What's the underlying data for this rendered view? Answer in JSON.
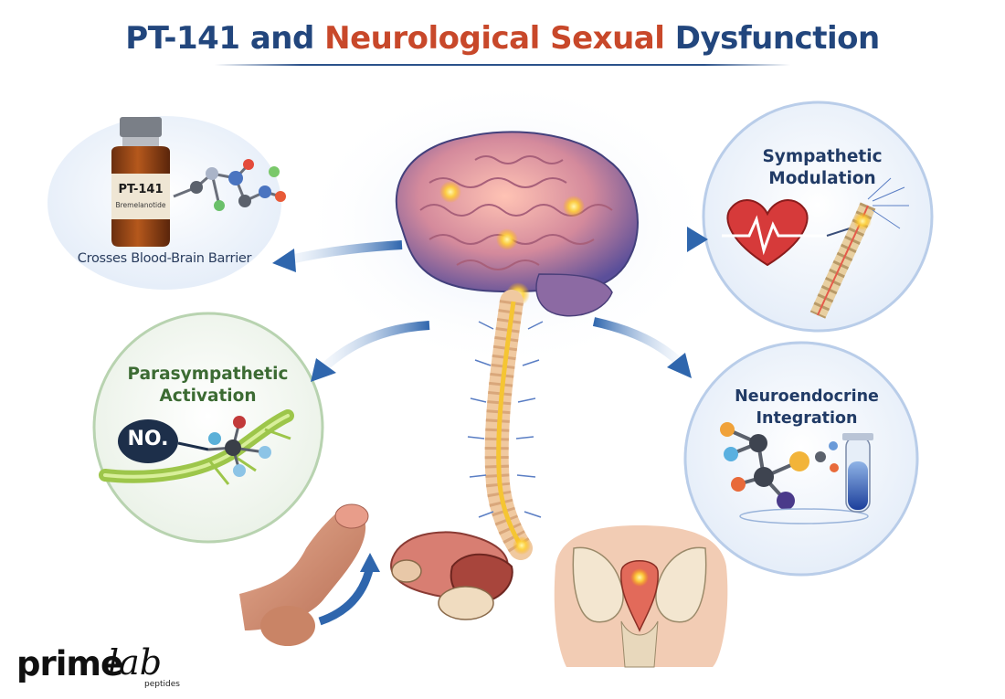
{
  "title": {
    "part1": "PT-141 and ",
    "part2": "Neurological Sexual",
    "part3": " Dysfunction"
  },
  "vial": {
    "name": "PT-141",
    "subtitle": "Bremelanotide"
  },
  "panels": {
    "bbb": {
      "label": "Crosses Blood-Brain Barrier"
    },
    "sympathetic": {
      "line1": "Sympathetic",
      "line2": "Modulation"
    },
    "parasympathetic": {
      "line1": "Parasympathetic",
      "line2": "Activation",
      "molecule": "NO."
    },
    "neuroendocrine": {
      "line1": "Neuroendocrine",
      "line2": "Integration"
    }
  },
  "logo": {
    "prime": "prime",
    "lab": "lab",
    "sub": "peptides"
  },
  "colors": {
    "title_blue": "#22467d",
    "title_red": "#c8482a",
    "arrow_blue": "#2f66ad",
    "spine_glow": "#f5c533",
    "para_green": "#3c6b33"
  },
  "icons": [
    "brain-icon",
    "spinal-cord-icon",
    "vial-icon",
    "heart-icon",
    "molecule-icon",
    "test-tube-icon",
    "pelvis-icon"
  ]
}
